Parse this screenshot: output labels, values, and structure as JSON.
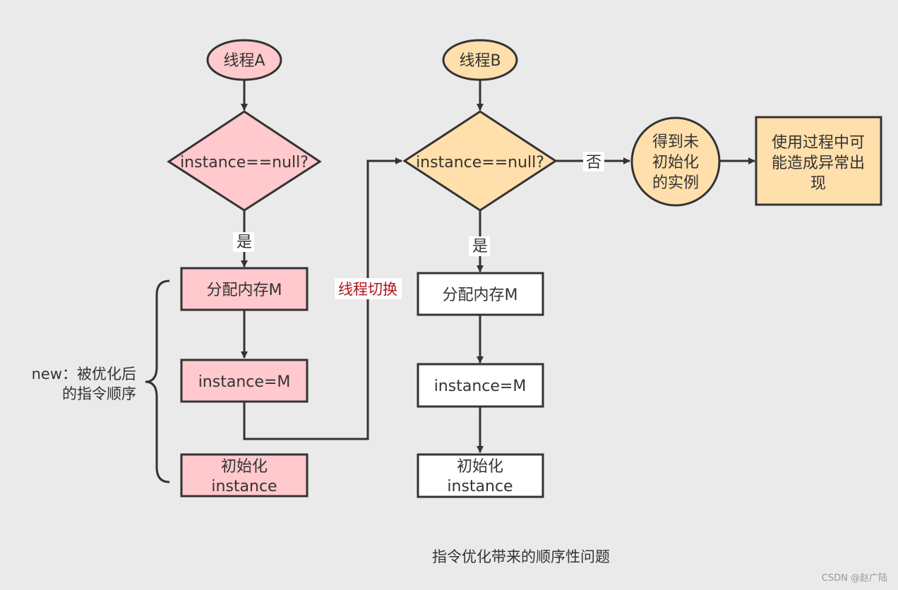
{
  "thread_a": {
    "start": "线程A",
    "decision": "instance==null?",
    "yes_label": "是",
    "step1": "分配内存M",
    "step2": "instance=M",
    "step3_line1": "初始化",
    "step3_line2": "instance"
  },
  "thread_b": {
    "start": "线程B",
    "decision": "instance==null?",
    "yes_label": "是",
    "no_label": "否",
    "step1": "分配内存M",
    "step2": "instance=M",
    "step3_line1": "初始化",
    "step3_line2": "instance",
    "result_line1": "得到未",
    "result_line2": "初始化",
    "result_line3": "的实例",
    "outcome_line1": "使用过程中可",
    "outcome_line2": "能造成异常出",
    "outcome_line3": "现"
  },
  "switch_label": "线程切换",
  "note_line1": "new：被优化后",
  "note_line2": "的指令顺序",
  "caption": "指令优化带来的顺序性问题",
  "watermark": "CSDN @赵广陆",
  "colors": {
    "pink": "#ffc9cd",
    "orange": "#ffdfab",
    "white": "#ffffff",
    "stroke": "#333333",
    "switch_text": "#b0141a",
    "background": "#eaeaea"
  }
}
